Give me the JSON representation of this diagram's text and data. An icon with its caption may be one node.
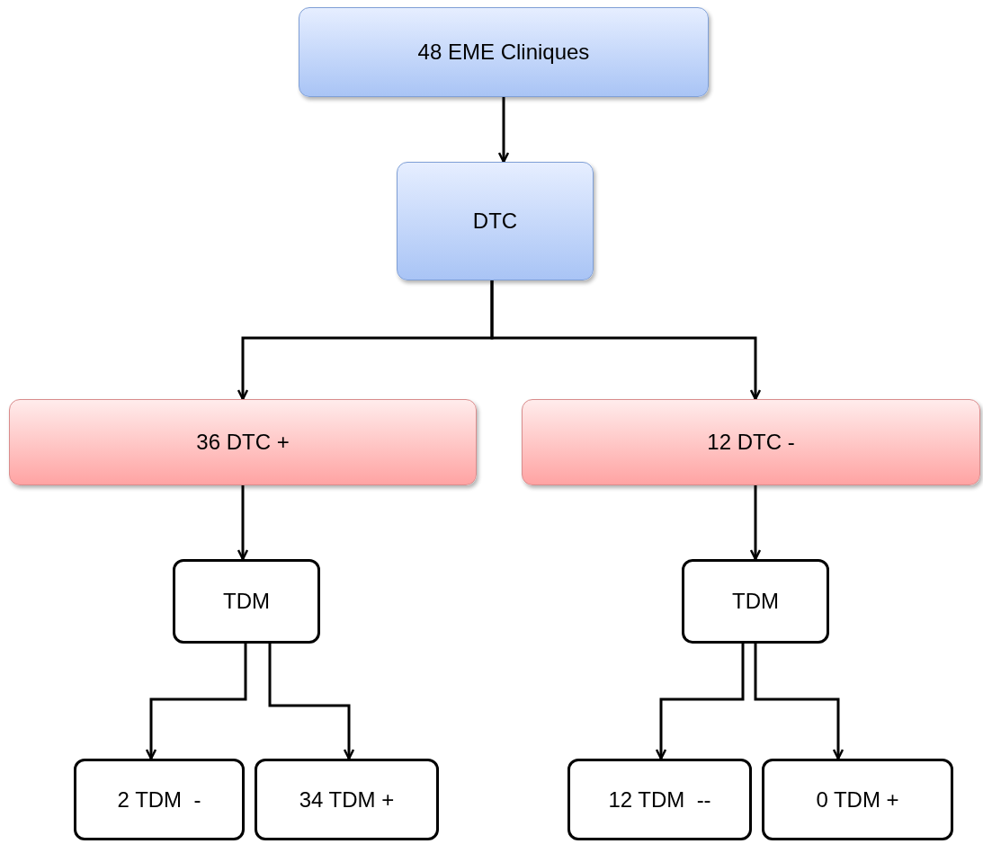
{
  "diagram": {
    "nodes": [
      {
        "text": [
          "48 EME Cliniques"
        ]
      },
      {
        "text": [
          "DTC"
        ]
      },
      {
        "text": [
          "36 DTC +"
        ]
      },
      {
        "text": [
          "12 DTC -"
        ]
      },
      {
        "text": [
          "TDM"
        ]
      },
      {
        "text": [
          "TDM"
        ]
      },
      {
        "text": [
          "2 TDM  -"
        ]
      },
      {
        "text": [
          "34 TDM +"
        ]
      },
      {
        "text": [
          "12 TDM  --"
        ]
      },
      {
        "text": [
          "0 TDM +"
        ]
      }
    ],
    "edges": [
      {
        "from": 0,
        "to": 1,
        "arrow": "to"
      },
      {
        "from": 1,
        "to": 2,
        "arrow": "to"
      },
      {
        "from": 1,
        "to": 3,
        "arrow": "to"
      },
      {
        "from": 2,
        "to": 4,
        "arrow": "to"
      },
      {
        "from": 3,
        "to": 5,
        "arrow": "to"
      },
      {
        "from": 4,
        "to": 6,
        "arrow": "to"
      },
      {
        "from": 4,
        "to": 7,
        "arrow": "to"
      },
      {
        "from": 5,
        "to": 8,
        "arrow": "to"
      },
      {
        "from": 5,
        "to": 9,
        "arrow": "to"
      }
    ]
  }
}
